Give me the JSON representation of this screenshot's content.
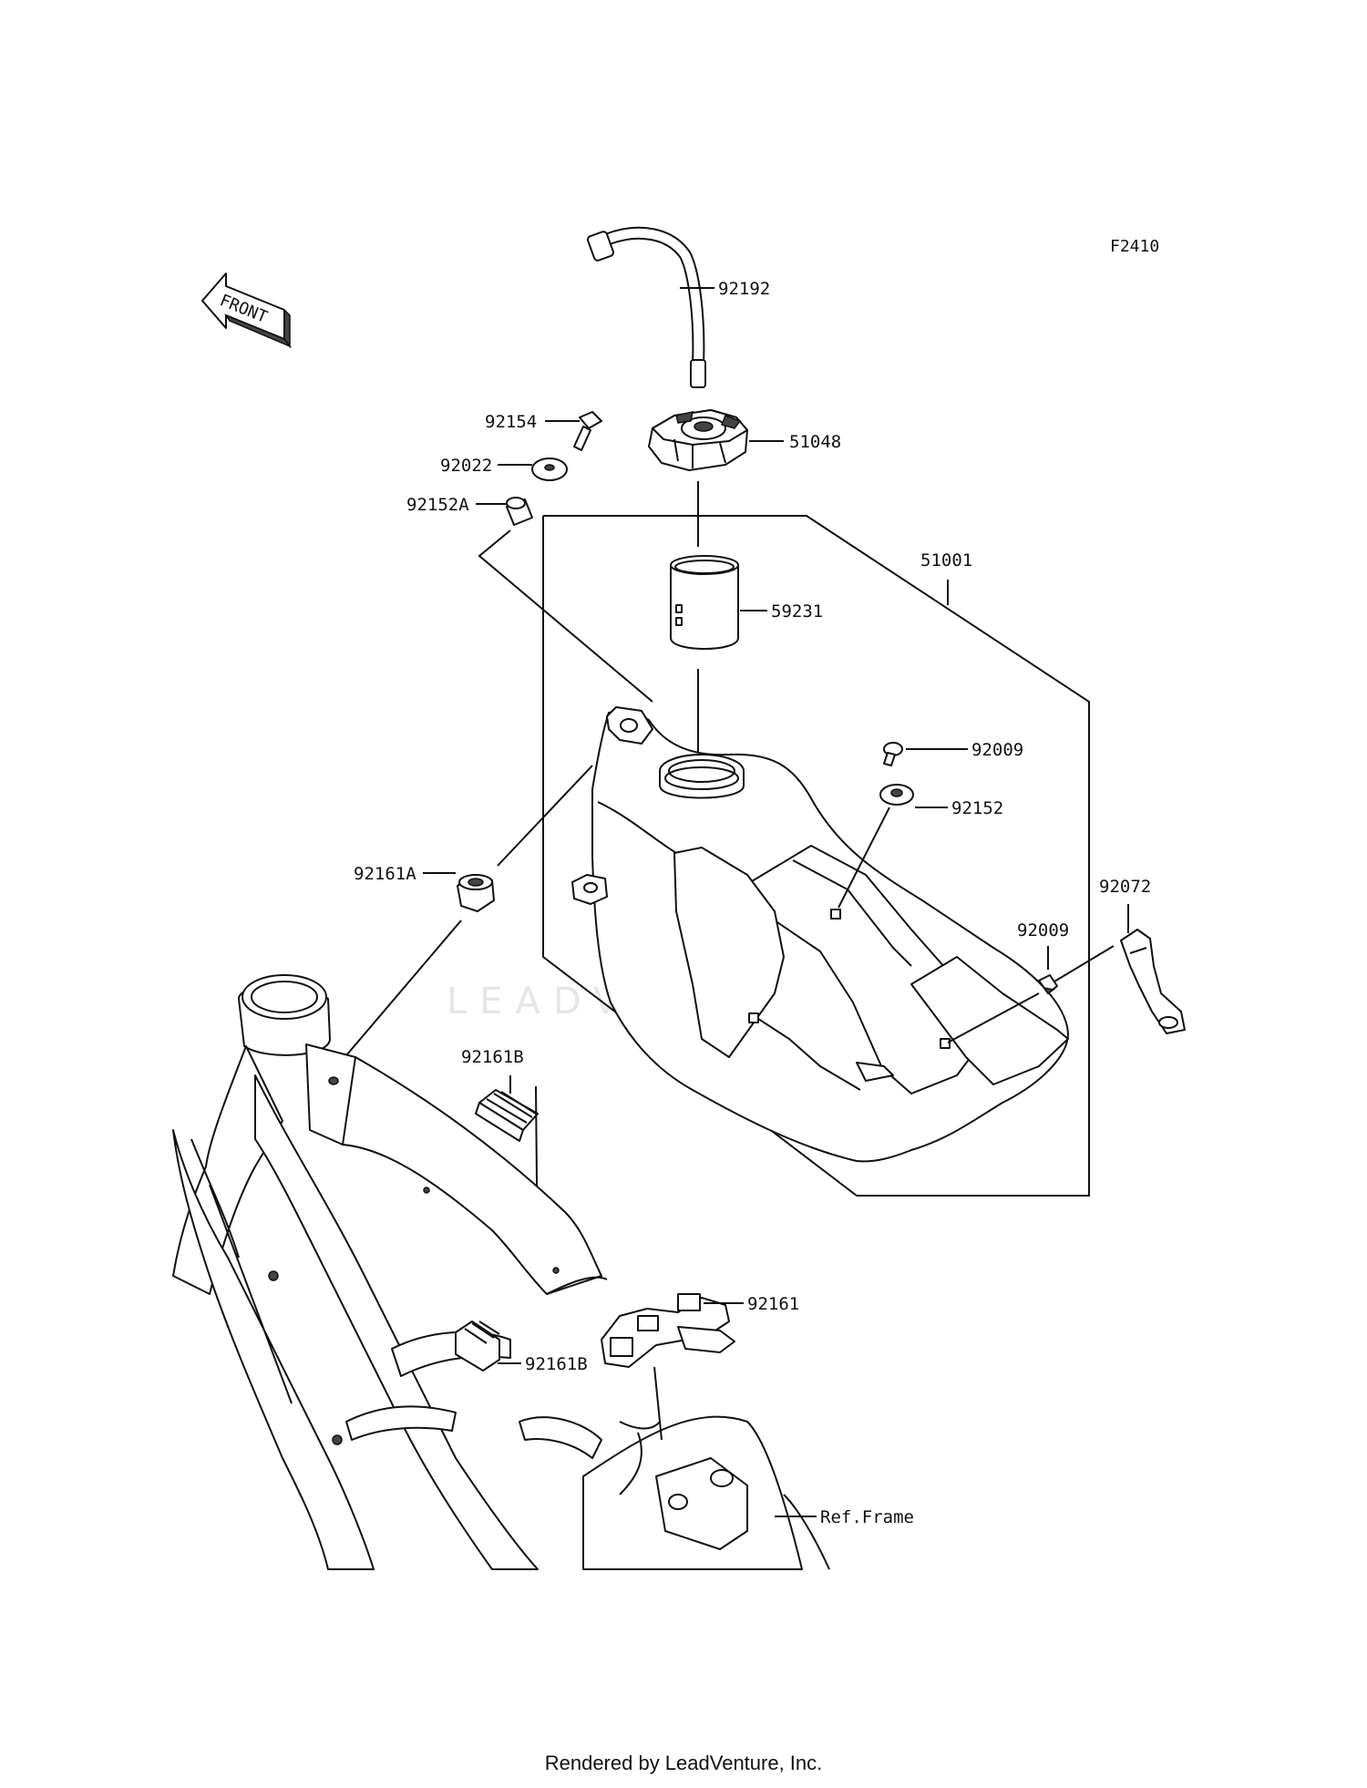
{
  "figure_code": "F2410",
  "front_label": "FRONT",
  "watermark": "LEADVENTURE",
  "footer": "Rendered by LeadVenture, Inc.",
  "ref_frame": "Ref.Frame",
  "parts": {
    "fuel_hose": "92192",
    "bolt_top": "92154",
    "washer_top": "92022",
    "collar": "92152A",
    "fuel_cap": "51048",
    "fuel_tank_assy": "51001",
    "strainer": "59231",
    "bolt_right": "92009",
    "collar_right": "92152",
    "strap": "92072",
    "bolt_lower": "92009",
    "damper_a": "92161A",
    "damper_b_upper": "92161B",
    "damper": "92161",
    "damper_b_lower": "92161B"
  }
}
